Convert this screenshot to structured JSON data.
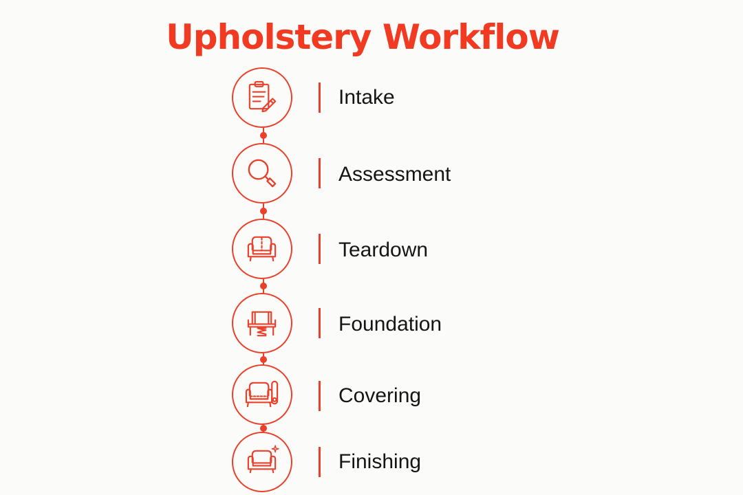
{
  "title": "Upholstery Workflow",
  "colors": {
    "accent": "#e8402a",
    "title": "#f03a22",
    "text": "#151515",
    "background": "#fbfbfa"
  },
  "steps": [
    {
      "label": "Intake",
      "icon": "clipboard-pencil-icon"
    },
    {
      "label": "Assessment",
      "icon": "magnifying-glass-icon"
    },
    {
      "label": "Teardown",
      "icon": "armchair-dashed-icon"
    },
    {
      "label": "Foundation",
      "icon": "chair-frame-spring-icon"
    },
    {
      "label": "Covering",
      "icon": "armchair-fabric-roll-icon"
    },
    {
      "label": "Finishing",
      "icon": "armchair-sparkle-icon"
    }
  ]
}
